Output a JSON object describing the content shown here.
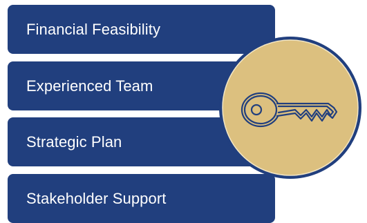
{
  "items": [
    {
      "label": "Financial Feasibility"
    },
    {
      "label": "Experienced Team"
    },
    {
      "label": "Strategic Plan"
    },
    {
      "label": "Stakeholder Support"
    }
  ],
  "badge": {
    "icon": "key-icon"
  },
  "colors": {
    "bar_fill": "#213f7e",
    "bar_text": "#ffffff",
    "badge_fill": "#dcc07f",
    "badge_ring": "#213f7e",
    "badge_inner_stroke": "#ffffff",
    "key_stroke": "#213f7e"
  }
}
